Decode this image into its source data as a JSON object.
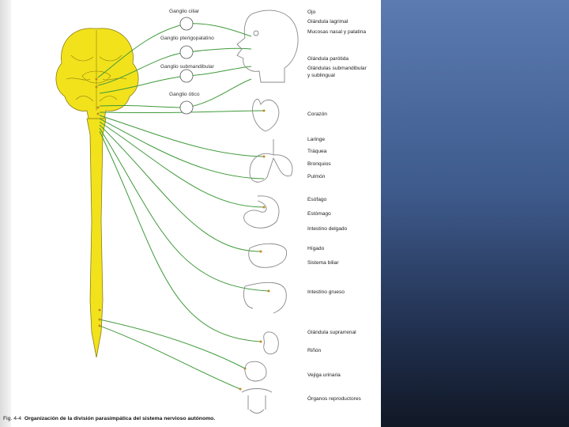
{
  "ganglia": [
    {
      "label": "Ganglio ciliar"
    },
    {
      "label": "Ganglio pterigopalatino"
    },
    {
      "label": "Ganglio submandibular"
    },
    {
      "label": "Ganglio ótico"
    }
  ],
  "organs": [
    {
      "label": "Ojo"
    },
    {
      "label": "Glándula lagrimal"
    },
    {
      "label": "Mucosas nasal y palatina"
    },
    {
      "label": "Glándula parótida"
    },
    {
      "label": "Glándulas submandibular"
    },
    {
      "label": "y sublingual"
    },
    {
      "label": "Corazón"
    },
    {
      "label": "Laringe"
    },
    {
      "label": "Tráquea"
    },
    {
      "label": "Bronquios"
    },
    {
      "label": "Pulmón"
    },
    {
      "label": "Esófago"
    },
    {
      "label": "Estómago"
    },
    {
      "label": "Intestino delgado"
    },
    {
      "label": "Hígado"
    },
    {
      "label": "Sistema biliar"
    },
    {
      "label": "Intestino grueso"
    },
    {
      "label": "Glándula suprarrenal"
    },
    {
      "label": "Riñón"
    },
    {
      "label": "Vejiga urinaria"
    },
    {
      "label": "Órganos reproductores"
    }
  ],
  "caption": {
    "fig": "Fig. 4-4",
    "text": "Organización de la división parasimpática del sistema nervioso autónomo."
  },
  "colors": {
    "cns": "#f2e21c",
    "nerve": "#3f9a3a",
    "organ_outline": "#888888",
    "panel_top": "#5b7bb1",
    "panel_bottom": "#111826"
  }
}
